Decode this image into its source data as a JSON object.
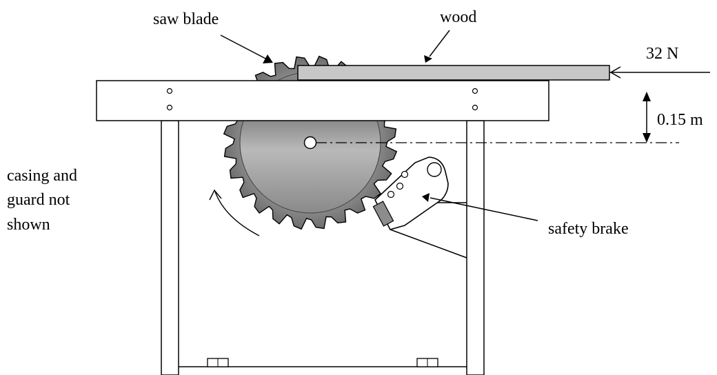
{
  "labels": {
    "saw_blade": "saw blade",
    "wood": "wood",
    "force": "32 N",
    "distance": "0.15 m",
    "note_line1": "casing and",
    "note_line2": "guard not",
    "note_line3": "shown",
    "safety_brake": "safety brake"
  }
}
